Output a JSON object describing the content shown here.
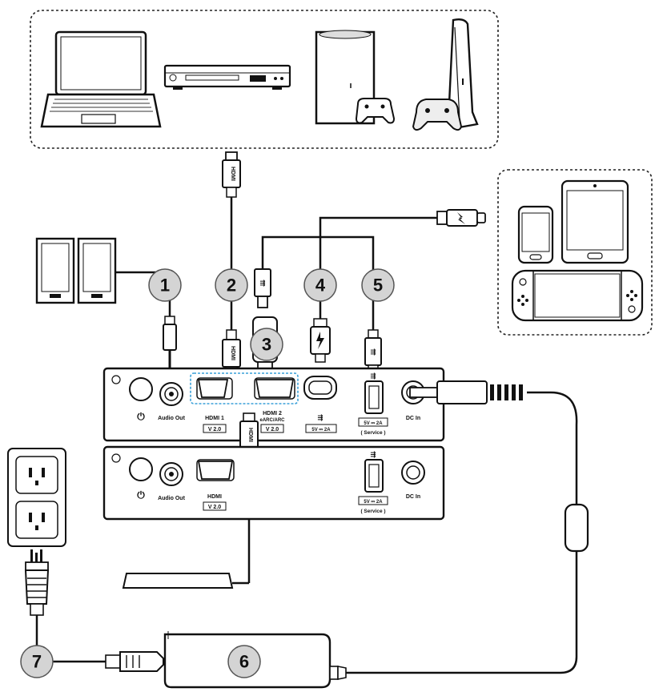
{
  "callouts": [
    "1",
    "2",
    "3",
    "4",
    "5",
    "6",
    "7"
  ],
  "ports_top": {
    "audio_out": "Audio Out",
    "hdmi1": "HDMI 1",
    "hdmi1_ver": "V 2.0",
    "hdmi2": "HDMI 2",
    "hdmi2_sub": "eARC/ARC",
    "hdmi2_ver": "V 2.0",
    "usbc_rating": "5V ⎓ 2A",
    "usb_rating": "5V ⎓ 2A",
    "service": "( Service )",
    "dc_in": "DC In"
  },
  "ports_bottom": {
    "audio_out": "Audio Out",
    "hdmi": "HDMI",
    "hdmi_ver": "V 2.0",
    "usb_rating": "5V ⎓ 2A",
    "service": "( Service )",
    "dc_in": "DC In"
  },
  "plug_text": {
    "hdmi": "HDMI"
  },
  "colors": {
    "line": "#111111",
    "callout_fill": "#d4d4d4",
    "device_fill": "#e9e9e9",
    "highlight": "#3aa0d8"
  }
}
